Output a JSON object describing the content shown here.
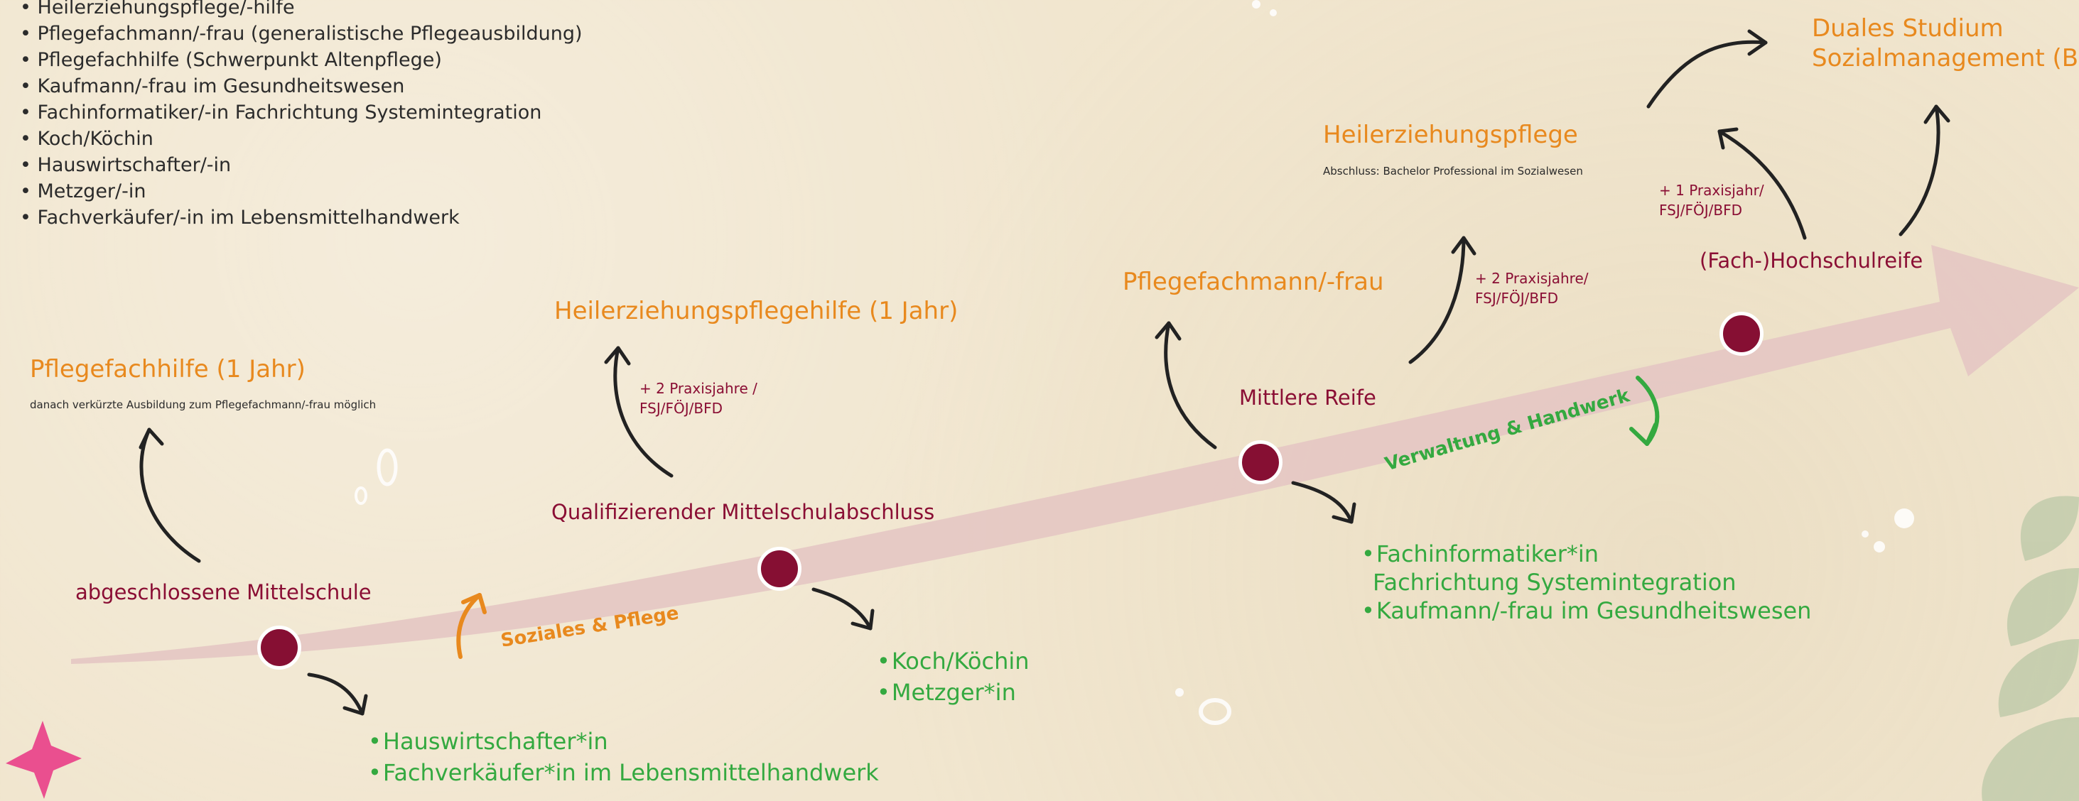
{
  "list": [
    "Heilerziehungspflege/-hilfe",
    "Pflegefachmann/-frau (generalistische Pflegeausbildung)",
    "Pflegefachhilfe (Schwerpunkt Altenpflege)",
    "Kaufmann/-frau im Gesundheitswesen",
    "Fachinformatiker/-in Fachrichtung Systemintegration",
    "Koch/Köchin",
    "Hauswirtschafter/-in",
    "Metzger/-in",
    "Fachverkäufer/-in im Lebensmittelhandwerk"
  ],
  "milestones": {
    "m1": "abgeschlossene Mittelschule",
    "m2": "Qualifizierender Mittelschulabschluss",
    "m3": "Mittlere Reife",
    "m4": "(Fach-)Hochschulreife"
  },
  "careers": {
    "pflegefachhilfe": "Pflegefachhilfe (1 Jahr)",
    "pflegefachhilfe_note": "danach verkürzte Ausbildung zum Pflegefachmann/-frau möglich",
    "hep_hilfe": "Heilerziehungspflegehilfe (1 Jahr)",
    "pflegefachmann": "Pflegefachmann/-frau",
    "hep": "Heilerziehungspflege",
    "hep_note": "Abschluss: Bachelor Professional im Sozialwesen",
    "studium_line1": "Duales Studium",
    "studium_line2": "Sozialmanagement (B.A.)"
  },
  "praxis": {
    "p1_line1": "+ 2 Praxisjahre /",
    "p1_line2": "FSJ/FÖJ/BFD",
    "p2_line1": "+ 2 Praxisjahre/",
    "p2_line2": "FSJ/FÖJ/BFD",
    "p3_line1": "+ 1 Praxisjahr/",
    "p3_line2": "FSJ/FÖJ/BFD"
  },
  "green_lists": {
    "g1": [
      "Hauswirtschafter*in",
      "Fachverkäufer*in im Lebensmittelhandwerk"
    ],
    "g2": [
      "Koch/Köchin",
      "Metzger*in"
    ],
    "g3_item1_line1": "Fachinformatiker*in",
    "g3_item1_line2": "Fachrichtung Systemintegration",
    "g3_item2": "Kaufmann/-frau im Gesundheitswesen"
  },
  "lanes": {
    "soziales": "Soziales & Pflege",
    "verwaltung": "Verwaltung & Handwerk"
  },
  "colors": {
    "orange": "#e8891e",
    "maroon": "#8a0e34",
    "green": "#34a940",
    "arrow_band": "#e4c6c3",
    "pink_star": "#ea4f8f"
  }
}
